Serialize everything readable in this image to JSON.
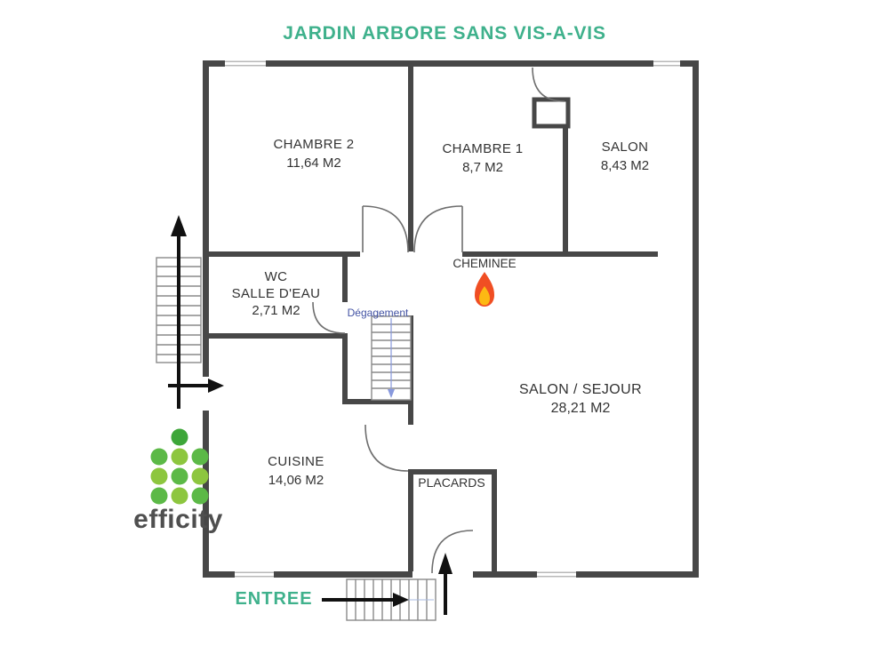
{
  "title": "JARDIN ARBORE SANS VIS-A-VIS",
  "rooms": {
    "chambre2": {
      "name": "CHAMBRE 2",
      "area": "11,64 M2"
    },
    "chambre1": {
      "name": "CHAMBRE 1",
      "area": "8,7 M2"
    },
    "salon": {
      "name": "SALON",
      "area": "8,43 M2"
    },
    "wc": {
      "line1": "WC",
      "line2": "SALLE D'EAU",
      "area": "2,71 M2"
    },
    "sejour": {
      "name": "SALON / SEJOUR",
      "area": "28,21 M2"
    },
    "cuisine": {
      "name": "CUISINE",
      "area": "14,06 M2"
    }
  },
  "features": {
    "cheminee": "CHEMINEE",
    "degagement": "Dégagement",
    "placards": "PLACARDS",
    "entree": "ENTREE"
  },
  "logo": {
    "text": "efficity"
  },
  "icons": {
    "fireplace": "flame-icon",
    "north": "up-arrow-icon",
    "entry_direction": "up-arrow-icon",
    "terrace_direction": "right-arrow-icon",
    "entry": "right-arrow-icon"
  },
  "colors": {
    "accent_green": "#3fb18c",
    "wall": "#474747",
    "label": "#333333",
    "degagement_blue": "#4353a4",
    "logo_green": "#5cb947",
    "logo_green_dark": "#3da639",
    "flame_orange": "#f04e23",
    "flame_yellow": "#fdb913"
  }
}
